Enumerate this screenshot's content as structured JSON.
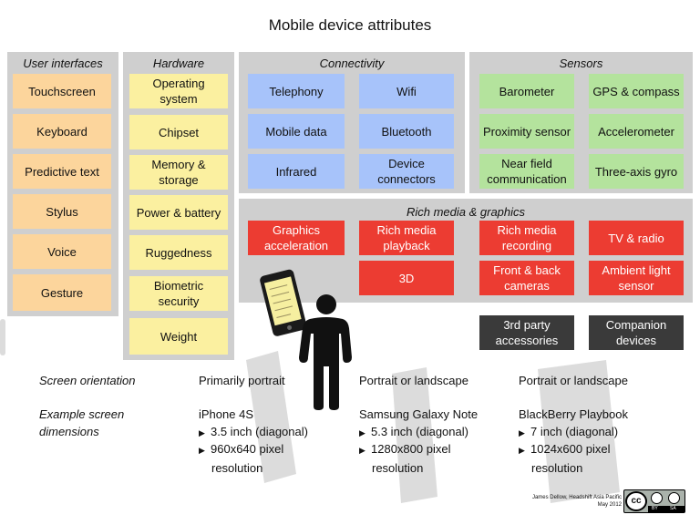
{
  "title": "Mobile device attributes",
  "ui_column": {
    "header": "User interfaces",
    "items": [
      "Touchscreen",
      "Keyboard",
      "Predictive text",
      "Stylus",
      "Voice",
      "Gesture"
    ]
  },
  "hardware_column": {
    "header": "Hardware",
    "items": [
      "Operating\nsystem",
      "Chipset",
      "Memory &\nstorage",
      "Power & battery",
      "Ruggedness",
      "Biometric\nsecurity",
      "Weight"
    ]
  },
  "connectivity": {
    "header": "Connectivity",
    "items": [
      "Telephony",
      "Wifi",
      "Mobile data",
      "Bluetooth",
      "Infrared",
      "Device\nconnectors"
    ]
  },
  "sensors": {
    "header": "Sensors",
    "items": [
      "Barometer",
      "GPS & compass",
      "Proximity sensor",
      "Accelerometer",
      "Near field\ncommunication",
      "Three-axis gyro"
    ]
  },
  "rich_media": {
    "header": "Rich media & graphics",
    "items": [
      "Graphics\nacceleration",
      "Rich media\nplayback",
      "Rich media\nrecording",
      "TV & radio",
      "3D",
      "Front & back\ncameras",
      "Ambient light\nsensor"
    ]
  },
  "accessories": [
    "3rd party\naccessories",
    "Companion\ndevices"
  ],
  "bottom": {
    "orientation_label": "Screen orientation",
    "dimensions_label": "Example screen\ndimensions",
    "columns": [
      {
        "orientation": "Primarily portrait",
        "device": "iPhone 4S",
        "size": "3.5 inch (diagonal)",
        "res_1": "960x640 pixel",
        "res_2": "resolution"
      },
      {
        "orientation": "Portrait or landscape",
        "device": "Samsung Galaxy Note",
        "size": "5.3 inch (diagonal)",
        "res_1": "1280x800 pixel",
        "res_2": "resolution"
      },
      {
        "orientation": "Portrait or landscape",
        "device": "BlackBerry Playbook",
        "size": "7 inch (diagonal)",
        "res_1": "1024x600 pixel",
        "res_2": "resolution"
      }
    ]
  },
  "credit": {
    "line1": "James Dellow, Headshift Asia Pacific",
    "line2": "May 2012"
  },
  "license": {
    "cc": "cc",
    "by": "BY",
    "sa": "SA"
  },
  "icons": {
    "bullet": "triangle-right",
    "license": "creative-commons-icon",
    "phone": "smartphone-icon",
    "person": "person-icon"
  }
}
